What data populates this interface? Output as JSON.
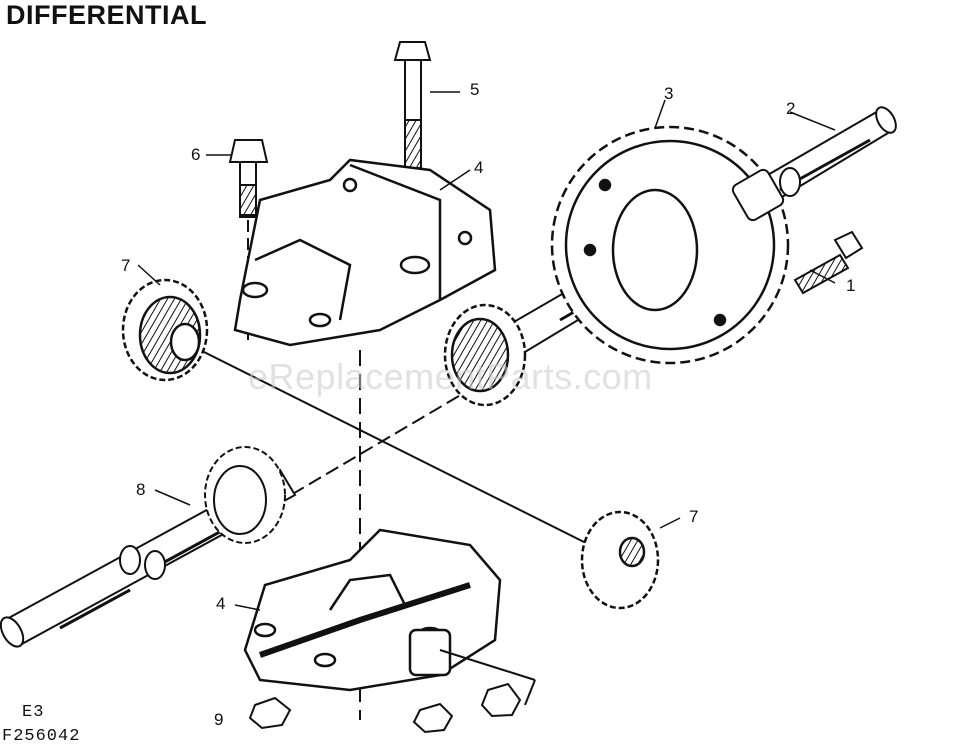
{
  "title": "DIFFERENTIAL",
  "watermark": "eReplacementParts.com",
  "callouts": {
    "c1": "1",
    "c2": "2",
    "c3": "3",
    "c4_top": "4",
    "c5": "5",
    "c6": "6",
    "c7_left": "7",
    "c7_right": "7",
    "c8": "8",
    "c4_bottom": "4",
    "c9": "9"
  },
  "codes": {
    "line1": "E3",
    "line2": "F256042"
  },
  "colors": {
    "ink": "#111111",
    "paper": "#ffffff",
    "watermark": "#c8c8c8"
  }
}
